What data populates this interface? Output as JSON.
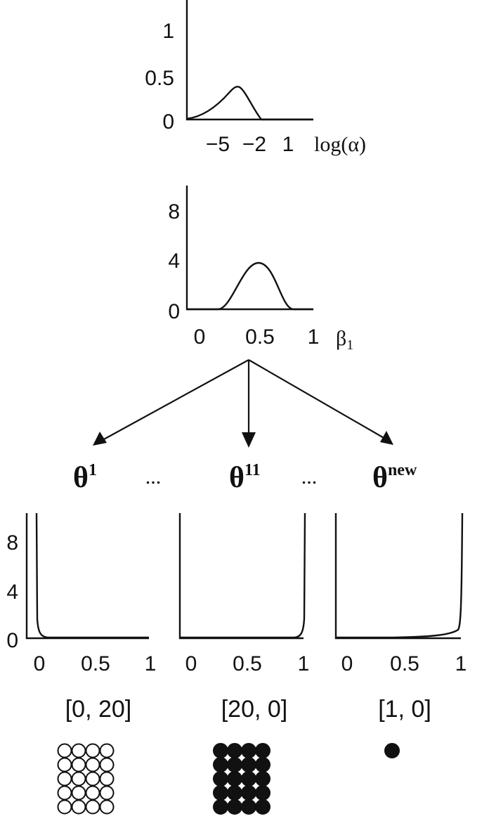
{
  "alpha_panel": {
    "y_ticks": [
      "1",
      "0.5",
      "0"
    ],
    "x_ticks": [
      "−5",
      "−2",
      "1"
    ],
    "x_label": "log(α)"
  },
  "beta_panel": {
    "y_ticks": [
      "8",
      "4",
      "0"
    ],
    "x_ticks": [
      "0",
      "0.5",
      "1"
    ],
    "x_label_base": "β",
    "x_label_sub": "1"
  },
  "thetas": [
    {
      "base": "θ",
      "sup": "1"
    },
    {
      "base": "θ",
      "sup": "11"
    },
    {
      "base": "θ",
      "sup": "new"
    }
  ],
  "ellipses": [
    "...",
    "..."
  ],
  "theta_panels": {
    "y_ticks": [
      "8",
      "4",
      "0"
    ],
    "x_ticks": [
      "0",
      "0.5",
      "1"
    ]
  },
  "counts": [
    "[0, 20]",
    "[20, 0]",
    "[1, 0]"
  ],
  "marbles": [
    {
      "cols": 4,
      "rows": 5,
      "filled": false
    },
    {
      "cols": 4,
      "rows": 5,
      "filled": true
    },
    {
      "cols": 1,
      "rows": 1,
      "filled": true
    }
  ]
}
